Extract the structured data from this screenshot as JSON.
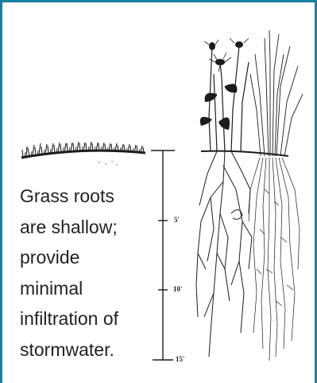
{
  "caption": {
    "line1": "Grass roots",
    "line2": "are shallow;",
    "line3": "provide",
    "line4": "minimal",
    "line5": "infiltration of",
    "line6": "stormwater."
  },
  "scale": {
    "ticks": [
      "5'",
      "10'",
      "15'"
    ]
  },
  "colors": {
    "border": "#1a7ea3",
    "ink": "#222222"
  }
}
